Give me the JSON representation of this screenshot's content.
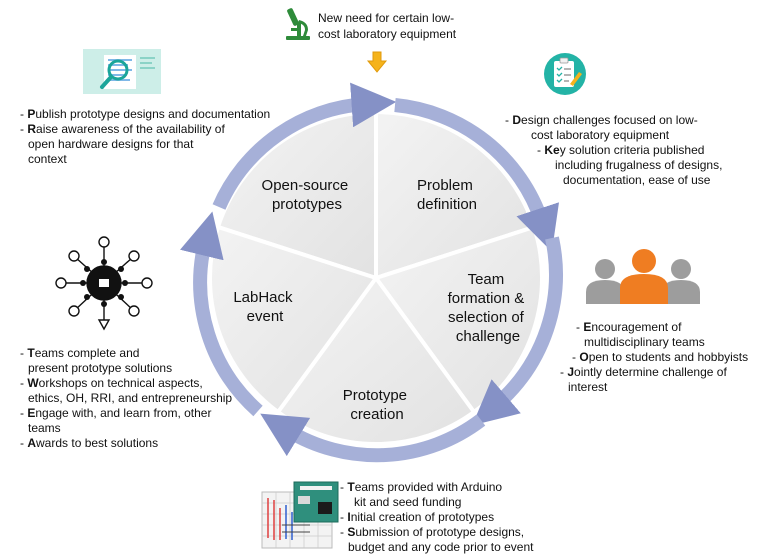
{
  "top_note": {
    "text": "New need for certain low-cost laboratory equipment"
  },
  "colors": {
    "wedge_fill": "#ebebeb",
    "ring": "#a6b0d8",
    "ring_dark": "#8591c6",
    "arrow_orange": "#f5b31b",
    "people_orange": "#ef7d22",
    "people_gray": "#9d9d9d",
    "microscope_green": "#2e8b3a",
    "checklist_teal": "#23b3a6"
  },
  "stages": {
    "open_source": {
      "line1": "Open-source",
      "line2": "prototypes"
    },
    "problem": {
      "line1": "Problem",
      "line2": "definition"
    },
    "team": {
      "line1": "Team",
      "line2": "formation &",
      "line3": "selection of",
      "line4": "challenge"
    },
    "prototype": {
      "line1": "Prototype",
      "line2": "creation"
    },
    "labhack": {
      "line1": "LabHack",
      "line2": "event"
    }
  },
  "notes": {
    "publish": {
      "b1_bold": "P",
      "b1_rest": "ublish prototype designs and documentation",
      "b2_bold": "R",
      "b2_rest": "aise awareness of the availability of",
      "b2_l2": "open hardware designs for that",
      "b2_l3": "context"
    },
    "design": {
      "b1_bold": "D",
      "b1_rest": "esign challenges focused on low-",
      "b1_l2": "cost laboratory equipment",
      "b2_bold": "Ke",
      "b2_rest": "y solution criteria published",
      "b2_l2": "including frugalness of designs,",
      "b2_l3": "documentation, ease of use"
    },
    "team": {
      "b1_bold": "E",
      "b1_rest": "ncouragement of",
      "b1_l2": "multidisciplinary teams",
      "b2_bold": "O",
      "b2_rest": "pen to students and hobbyists",
      "b3_bold": "J",
      "b3_rest": "ointly determine challenge of",
      "b3_l2": "interest"
    },
    "labhack": {
      "b1_bold": "T",
      "b1_rest": "eams complete and",
      "b1_l2": "present prototype solutions",
      "b2_bold": "W",
      "b2_rest": "orkshops on technical aspects,",
      "b2_l2": "ethics, OH, RRI, and entrepreneurship",
      "b3_bold": "E",
      "b3_rest": "ngage with, and learn from, other",
      "b3_l2": "teams",
      "b4_bold": "A",
      "b4_rest": "wards to best solutions"
    },
    "prototype": {
      "b1_bold": "T",
      "b1_rest": "eams provided with Arduino",
      "b1_l2": "kit and seed funding",
      "b2_bold": "I",
      "b2_rest": "nitial creation of prototypes",
      "b3_bold": "S",
      "b3_rest": "ubmission of prototype designs,",
      "b3_l2": "budget and any code prior to event"
    }
  }
}
